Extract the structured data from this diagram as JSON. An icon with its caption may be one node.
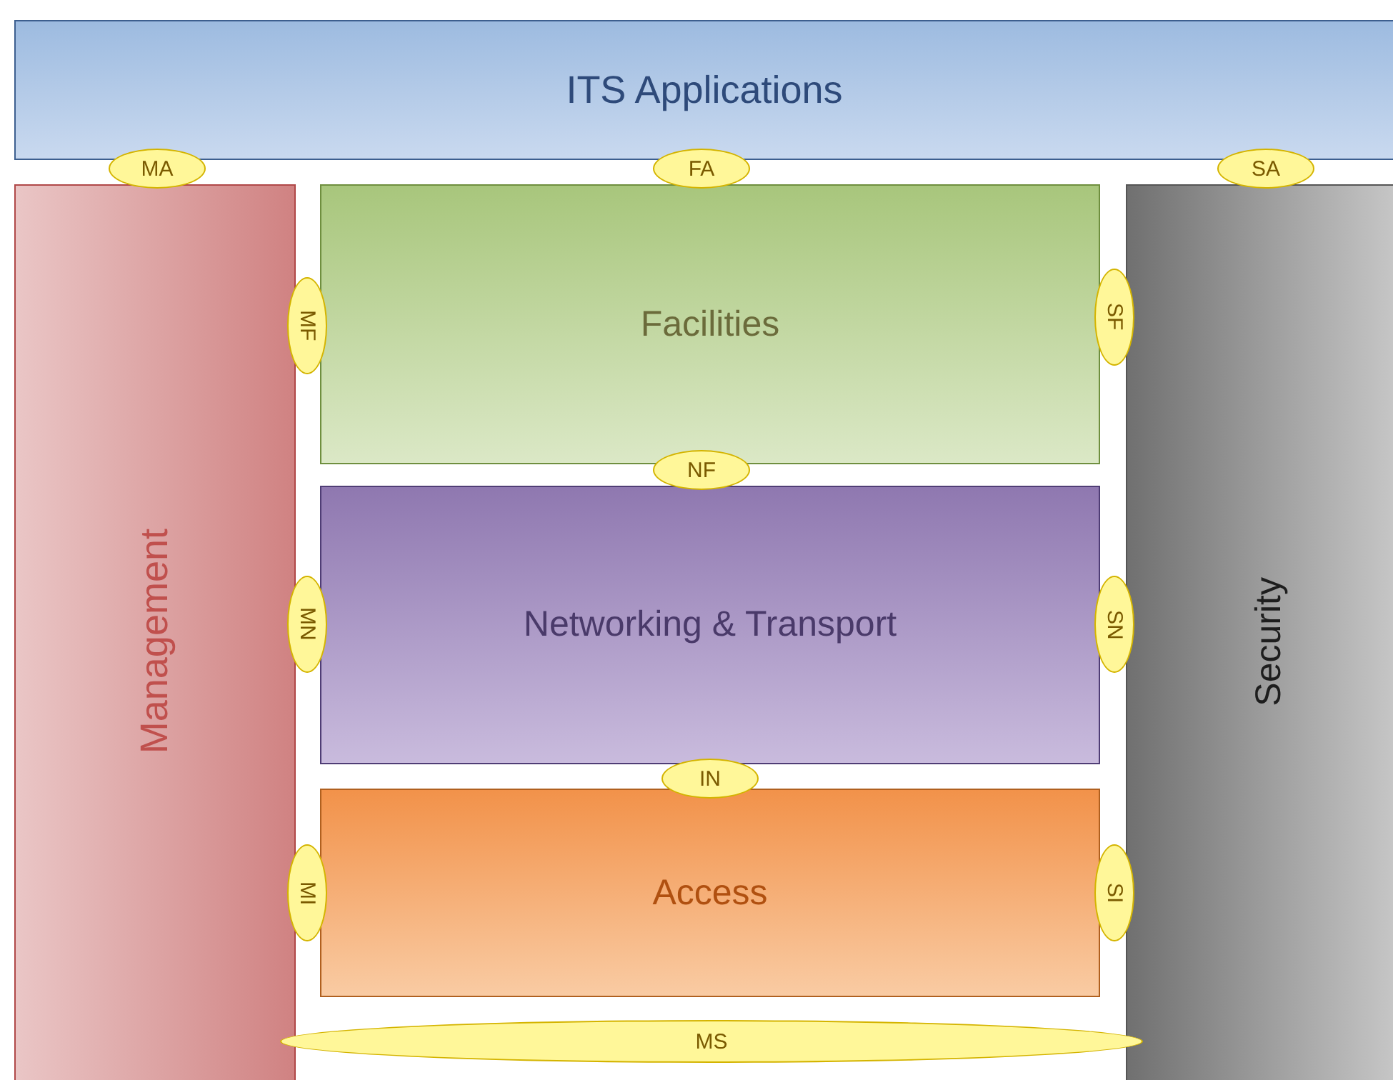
{
  "diagram": {
    "nodes": [
      {
        "text": [
          "ITS Applications"
        ]
      },
      {
        "text": [
          "MA"
        ]
      },
      {
        "text": [
          "FA"
        ]
      },
      {
        "text": [
          "SA"
        ]
      },
      {
        "text": [
          "Management"
        ]
      },
      {
        "text": [
          "Facilities"
        ]
      },
      {
        "text": [
          "MF"
        ]
      },
      {
        "text": [
          "SF"
        ]
      },
      {
        "text": [
          "NF"
        ]
      },
      {
        "text": [
          "Networking & Transport"
        ]
      },
      {
        "text": [
          "MN"
        ]
      },
      {
        "text": [
          "SN"
        ]
      },
      {
        "text": [
          "IN"
        ]
      },
      {
        "text": [
          "Access"
        ]
      },
      {
        "text": [
          "MI"
        ]
      },
      {
        "text": [
          "SI"
        ]
      },
      {
        "text": [
          "Security"
        ]
      },
      {
        "text": [
          "MS"
        ]
      }
    ]
  }
}
